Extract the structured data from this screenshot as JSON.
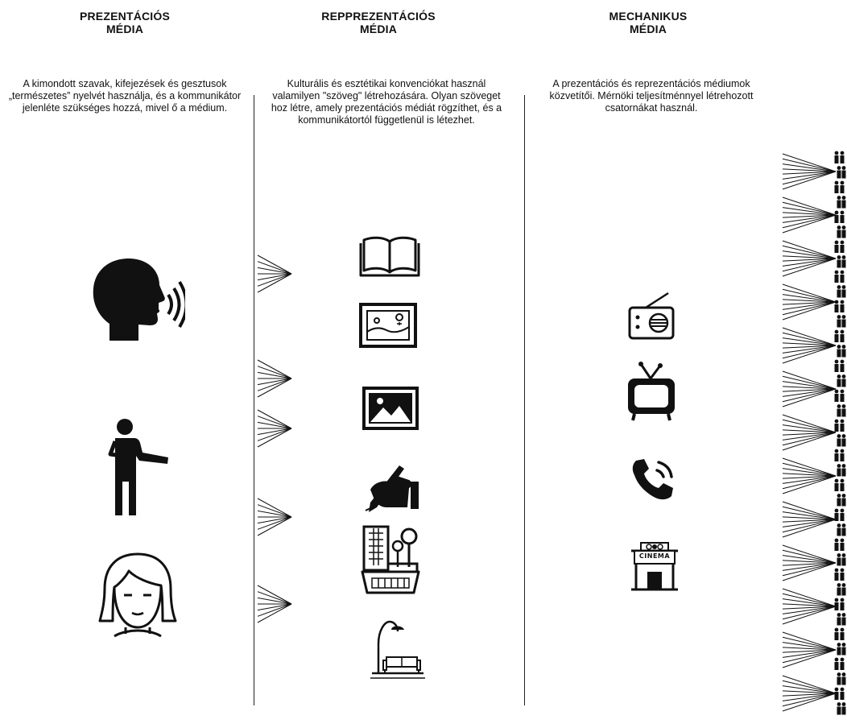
{
  "columns": [
    {
      "title_line1": "PREZENTÁCIÓS",
      "title_line2": "MÉDIA",
      "description": "A kimondott szavak, kifejezések és gesztusok „természetes” nyelvét használja, és a kommunikátor jelenléte szükséges hozzá, mivel ő a médium.",
      "icons": [
        "speaking-head-icon",
        "gesturing-person-icon",
        "woman-face-icon"
      ]
    },
    {
      "title_line1": "REPPREZENTÁCIÓS",
      "title_line2": "MÉDIA",
      "description": "Kulturális és esztétikai konvenciókat használ valamilyen \"szöveg\" létrehozására. Olyan szöveget hoz létre, amely prezentációs médiát rögzíthet, és a kommunikátortól függetlenül is létezhet.",
      "icons": [
        "book-icon",
        "painting-frame-icon",
        "photo-icon",
        "writing-hand-icon",
        "building-icon",
        "interior-lamp-sofa-icon"
      ]
    },
    {
      "title_line1": "MECHANIKUS",
      "title_line2": "MÉDIA",
      "description": "A prezentációs és reprezentációs médiumok közvetítői. Mérnöki teljesítménnyel létrehozott csatornákat használ.",
      "icons": [
        "radio-icon",
        "television-icon",
        "phone-icon",
        "cinema-icon"
      ],
      "cinema_label": "CINEMA"
    }
  ],
  "colors": {
    "ink": "#111111",
    "background": "#ffffff",
    "divider": "#222222"
  }
}
